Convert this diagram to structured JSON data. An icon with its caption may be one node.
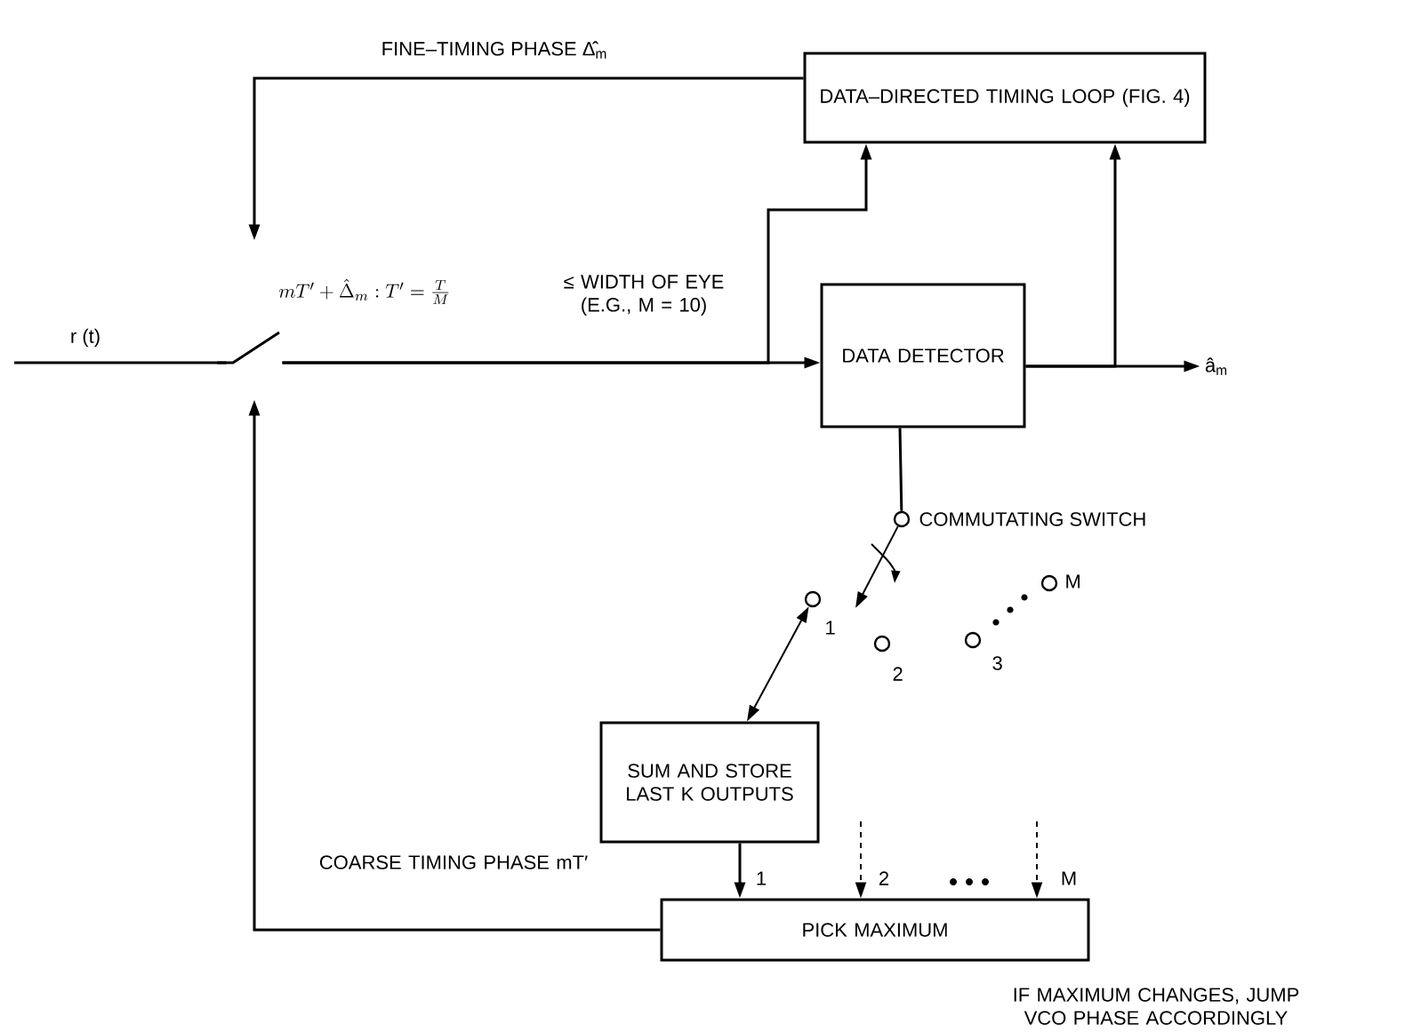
{
  "diagram": {
    "nodes": [
      {
        "text": [
          "DATA–DIRECTED TIMING LOOP (FIG. 4)"
        ]
      },
      {
        "text": [
          "DATA DETECTOR"
        ]
      },
      {
        "text": [
          "SUM AND STORE LAST K OUTPUTS"
        ]
      },
      {
        "text": [
          "PICK MAXIMUM"
        ],
        "beside": [
          "IF MAXIMUM CHANGES, JUMP VCO PHASE ACCORDINGLY"
        ]
      },
      {
        "text": [],
        "shape": "switch"
      },
      {
        "text": [
          "â$_{m}$"
        ]
      },
      {
        "text": [],
        "shape": "circle",
        "beside": [
          "COMMUTATING SWITCH"
        ]
      },
      {
        "text": [],
        "shape": "circle",
        "beside": [
          "1"
        ]
      },
      {
        "text": [],
        "shape": "circle",
        "beside": [
          "2"
        ]
      },
      {
        "text": [],
        "shape": "circle",
        "beside": [
          "3"
        ]
      },
      {
        "text": [],
        "shape": "circle",
        "beside": [
          "M"
        ]
      }
    ],
    "edges": [
      {
        "from": 0,
        "to": 4,
        "arrow": "to",
        "label": "FINE–TIMING PHASE Δ̂$_{m}$"
      },
      {
        "from": null,
        "to": 4,
        "arrow": "none",
        "label": "r (t)"
      },
      {
        "from": 4,
        "to": 1,
        "arrow": "to"
      },
      {
        "from": 4,
        "to": 0,
        "arrow": "to"
      },
      {
        "from": 1,
        "to": 5,
        "arrow": "to"
      },
      {
        "from": 1,
        "to": 0,
        "arrow": "to"
      },
      {
        "from": 1,
        "to": 6,
        "arrow": "none"
      },
      {
        "from": 6,
        "to": null,
        "arrow": "to"
      },
      {
        "from": 7,
        "to": 2,
        "arrow": "both"
      },
      {
        "from": 2,
        "to": 3,
        "arrow": "to",
        "label": "1"
      },
      {
        "from": null,
        "to": 3,
        "arrow": "to",
        "label": "2",
        "style": "dashed"
      },
      {
        "from": null,
        "to": 3,
        "arrow": "to",
        "label": "M",
        "style": "dashed"
      },
      {
        "from": 3,
        "to": 4,
        "arrow": "to",
        "label": "COARSE TIMING PHASE mT′"
      }
    ],
    "labels": [
      "mT' + \\hat{\\Delta}_m : T' = \\frac{T}{M}",
      "≤ WIDTH OF EYE (E.G., M = 10)"
    ]
  }
}
